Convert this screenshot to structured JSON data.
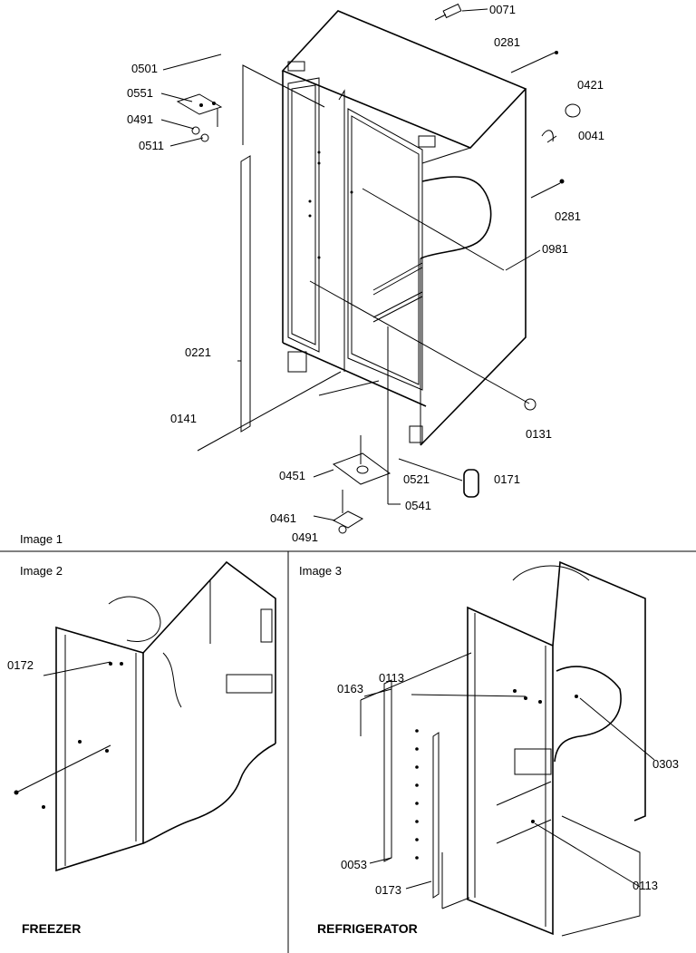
{
  "sections": {
    "image1": {
      "caption": "Image 1"
    },
    "image2": {
      "caption": "Image 2",
      "footer": "FREEZER"
    },
    "image3": {
      "caption": "Image 3",
      "footer": "REFRIGERATOR"
    }
  },
  "callouts": {
    "c0071": "0071",
    "c0281a": "0281",
    "c0281b": "0281",
    "c0421": "0421",
    "c0041": "0041",
    "c0501": "0501",
    "c0551": "0551",
    "c0491a": "0491",
    "c0511": "0511",
    "c0981": "0981",
    "c0221": "0221",
    "c0141": "0141",
    "c0131": "0131",
    "c0451": "0451",
    "c0521": "0521",
    "c0171": "0171",
    "c0541": "0541",
    "c0461": "0461",
    "c0491b": "0491",
    "c0172": "0172",
    "c0163": "0163",
    "c0113a": "0113",
    "c0303": "0303",
    "c0053": "0053",
    "c0173": "0173",
    "c0113b": "0113"
  }
}
